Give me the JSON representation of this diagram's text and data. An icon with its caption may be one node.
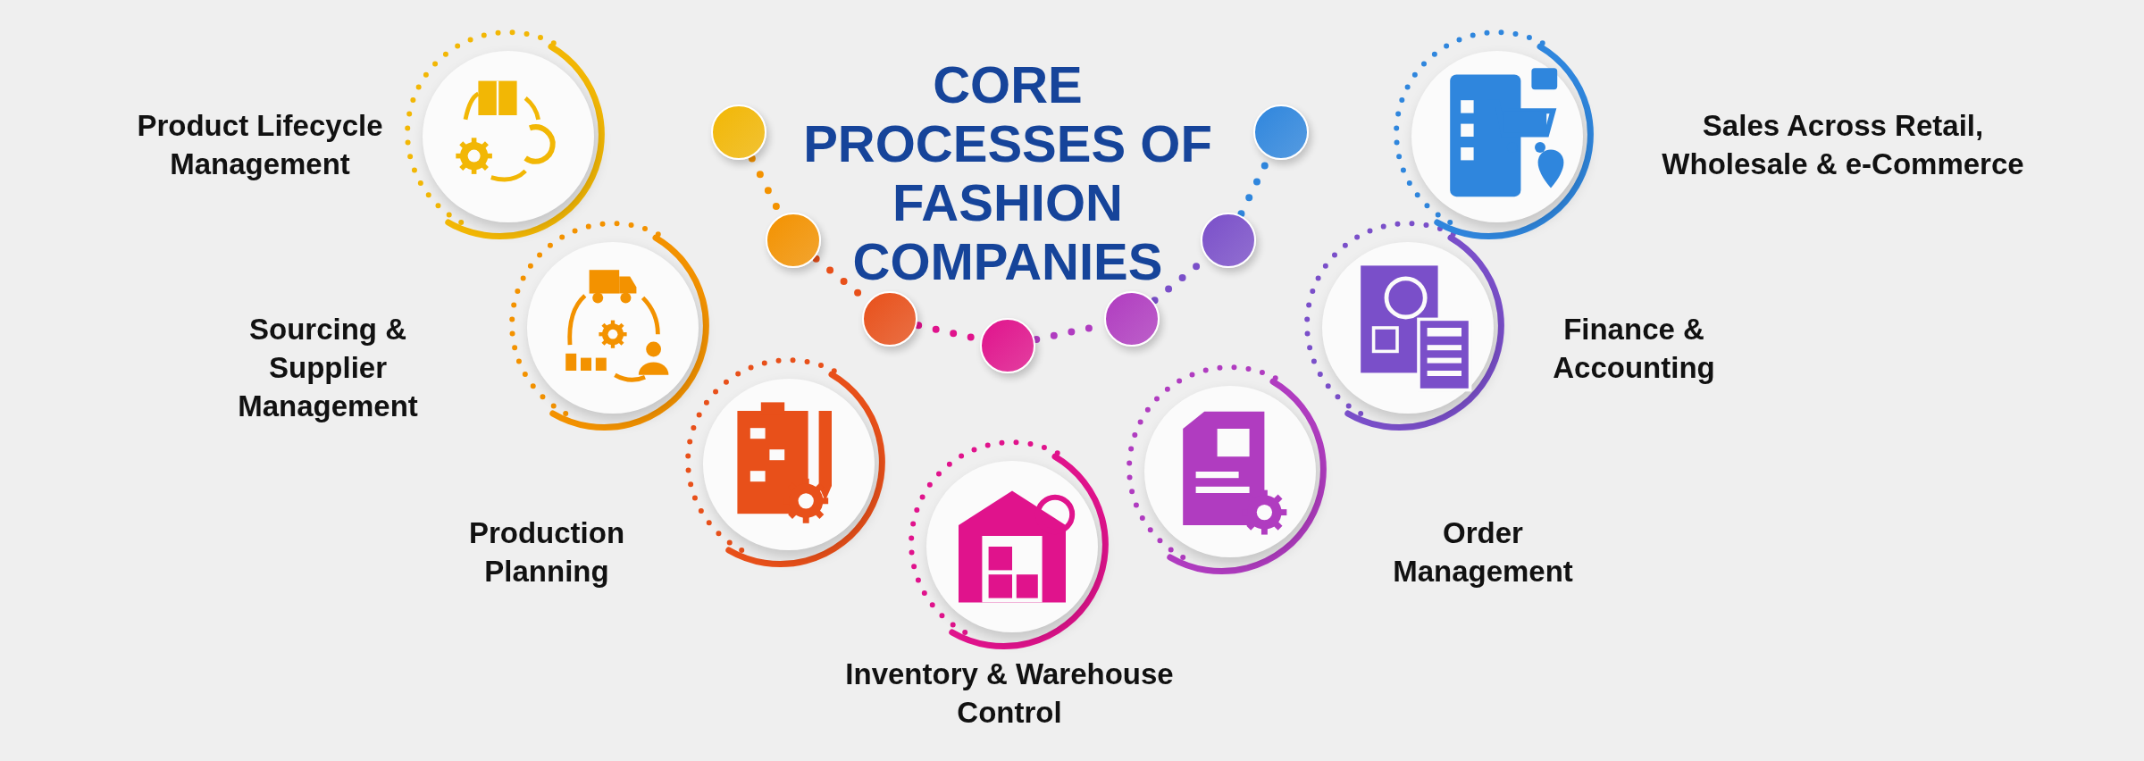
{
  "diagram": {
    "title": "CORE PROCESSES OF FASHION COMPANIES",
    "nodes": [
      {
        "text": [],
        "shape": "circle",
        "beside": [
          "Product Lifecycle Management"
        ]
      },
      {
        "text": [],
        "shape": "circle",
        "beside": [
          "Sourcing & Supplier Management"
        ]
      },
      {
        "text": [],
        "shape": "circle",
        "beside": [
          "Production Planning"
        ]
      },
      {
        "text": [],
        "shape": "circle",
        "beside": [
          "Inventory & Warehouse Control"
        ]
      },
      {
        "text": [],
        "shape": "circle",
        "beside": [
          "Order Management"
        ]
      },
      {
        "text": [],
        "shape": "circle",
        "beside": [
          "Finance & Accounting"
        ]
      },
      {
        "text": [],
        "shape": "circle",
        "beside": [
          "Sales Across Retail, Wholesale & e-Commerce"
        ]
      },
      {
        "text": [],
        "shape": "circle"
      },
      {
        "text": [],
        "shape": "circle"
      },
      {
        "text": [],
        "shape": "circle"
      },
      {
        "text": [],
        "shape": "circle"
      },
      {
        "text": [],
        "shape": "circle"
      },
      {
        "text": [],
        "shape": "circle"
      },
      {
        "text": [],
        "shape": "circle"
      }
    ],
    "edges": [
      {
        "from": 7,
        "to": 8,
        "arrow": "none",
        "style": "dashed",
        "color": "#f39200"
      },
      {
        "from": 8,
        "to": 9,
        "arrow": "none",
        "style": "dashed",
        "color": "#e8501a"
      },
      {
        "from": 9,
        "to": 10,
        "arrow": "none",
        "style": "dashed",
        "color": "#e0138c"
      },
      {
        "from": 10,
        "to": 11,
        "arrow": "none",
        "style": "dashed",
        "color": "#b03cc0"
      },
      {
        "from": 11,
        "to": 12,
        "arrow": "none",
        "style": "dashed",
        "color": "#7a4fc9"
      },
      {
        "from": 12,
        "to": 13,
        "arrow": "none",
        "style": "dashed",
        "color": "#2f86dd"
      }
    ]
  }
}
